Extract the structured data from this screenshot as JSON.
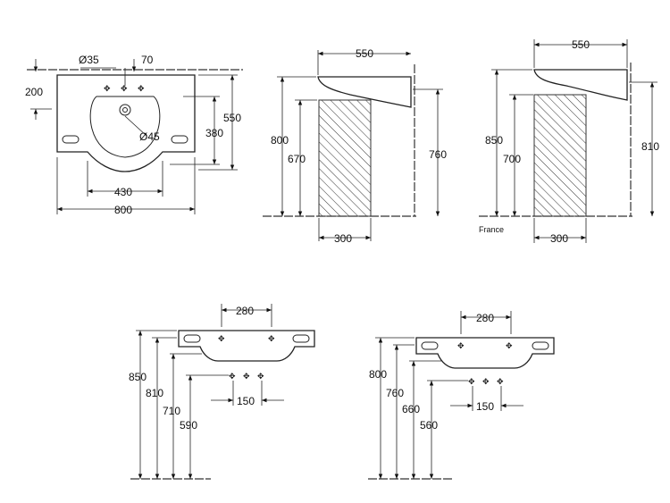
{
  "top_view": {
    "diameter_tap": "Ø35",
    "offset_70": "70",
    "offset_200": "200",
    "depth_550": "550",
    "bowl_380": "380",
    "waste_diameter": "Ø45",
    "bowl_width_430": "430",
    "overall_width_800": "800"
  },
  "side_view_1": {
    "depth_550": "550",
    "height_800": "800",
    "height_670": "670",
    "height_760": "760",
    "pedestal_300": "300"
  },
  "side_view_2": {
    "depth_550": "550",
    "height_850": "850",
    "height_700": "700",
    "height_810": "810",
    "pedestal_300": "300",
    "region_label": "France"
  },
  "front_view_1": {
    "width_280": "280",
    "height_850": "850",
    "height_810": "810",
    "height_710": "710",
    "height_590": "590",
    "spacing_150": "150"
  },
  "front_view_2": {
    "width_280": "280",
    "height_800": "800",
    "height_760": "760",
    "height_660": "660",
    "height_560": "560",
    "spacing_150": "150"
  }
}
